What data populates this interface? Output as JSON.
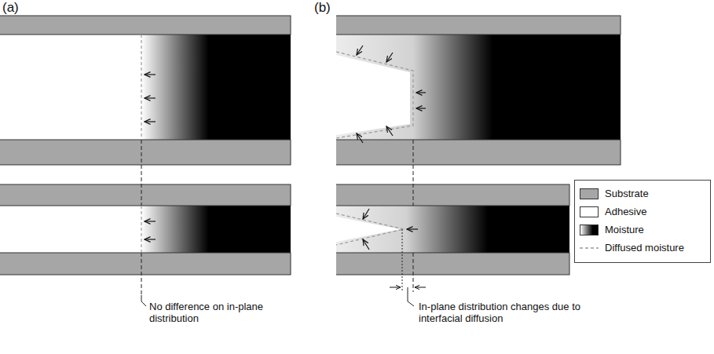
{
  "diagram": {
    "labels": [
      "(a)",
      "(b)",
      "No difference on in-plane distribution",
      "In-plane distribution changes due to interfacial diffusion"
    ],
    "legend": [
      {
        "text": "Substrate",
        "color": "#a6a6a6"
      },
      {
        "text": "Adhesive",
        "color": "#ffffff"
      },
      {
        "text": "Moisture"
      },
      {
        "text": "Diffused moisture"
      }
    ]
  }
}
